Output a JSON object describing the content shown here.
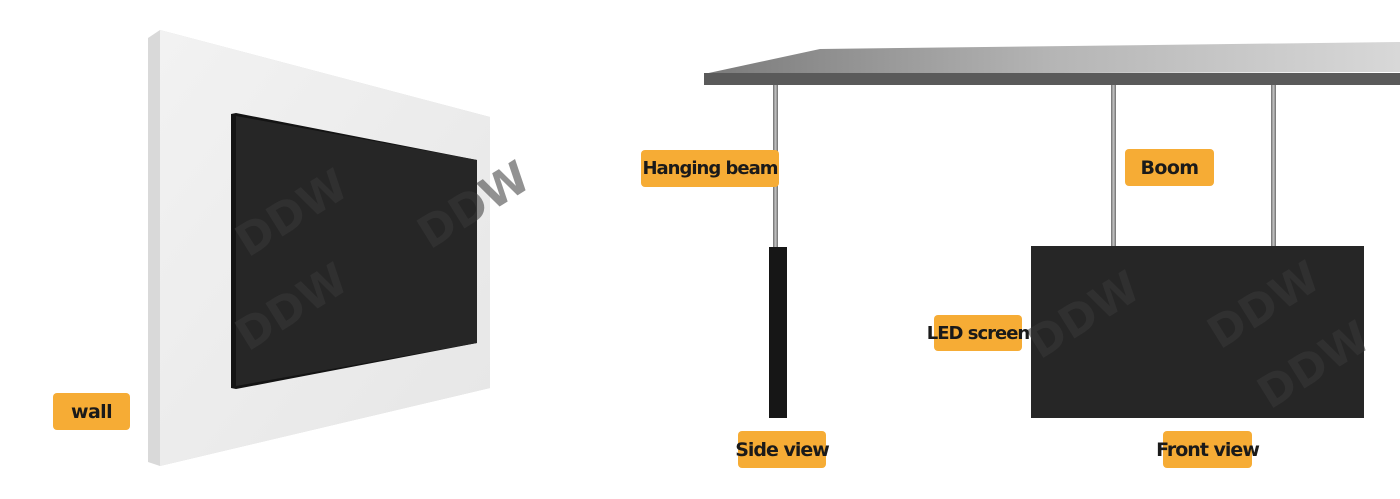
{
  "labels": {
    "wall": "wall",
    "hanging_beam": "Hanging beam",
    "boom": "Boom",
    "led_screen": "LED screen",
    "side_view": "Side view",
    "front_view": "Front view"
  },
  "watermark": "DDW",
  "colors": {
    "label_bg": "#f6ac35",
    "screen": "#262626",
    "wall": "#ececec",
    "ceiling": "#5a5a5a",
    "rod": "#8a8a8a"
  }
}
